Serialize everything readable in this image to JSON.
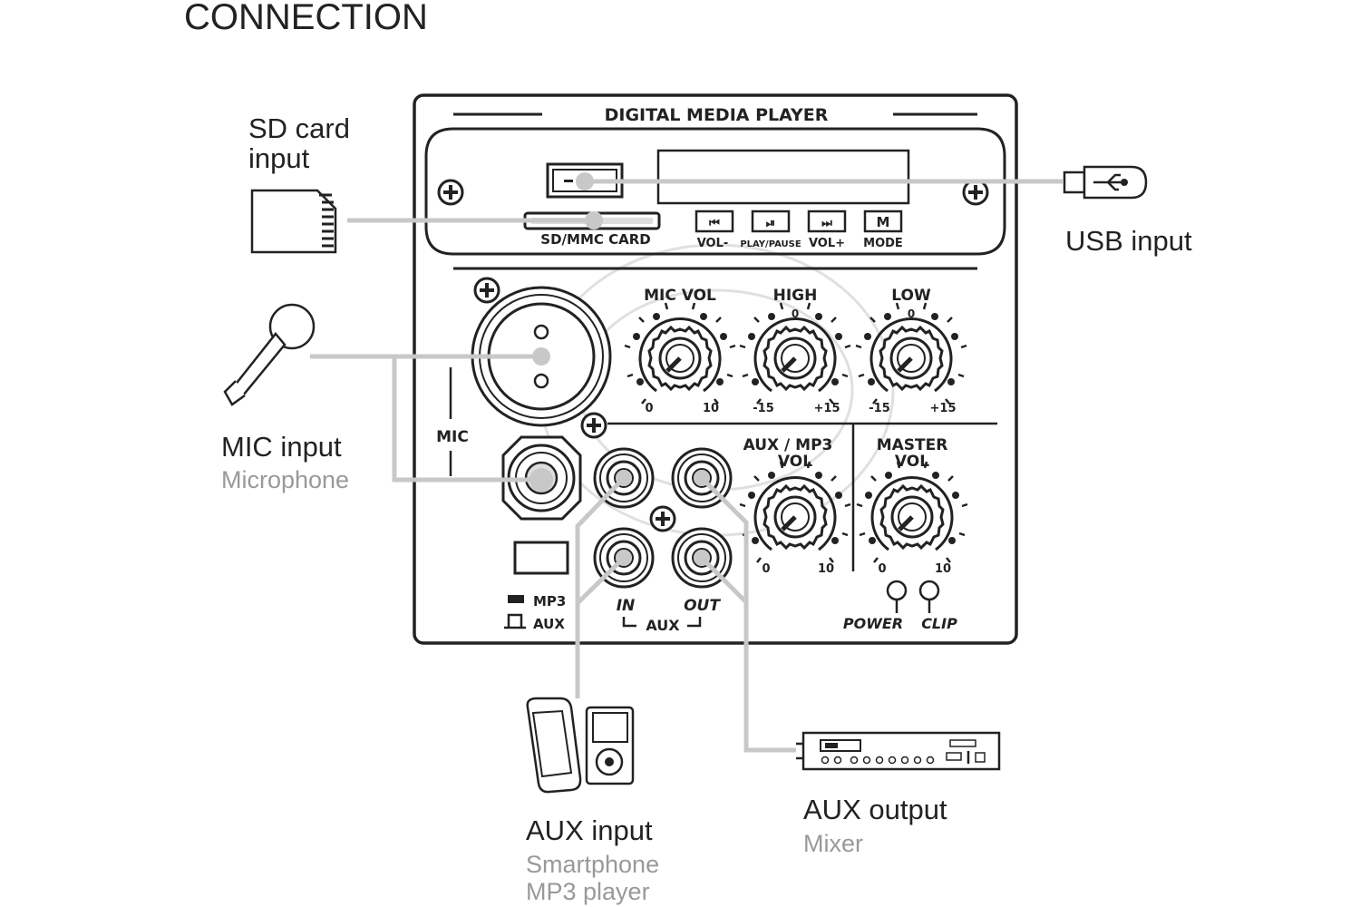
{
  "title": "CONNECTION",
  "panel": {
    "header": "DIGITAL MEDIA PLAYER",
    "card_slot": "SD/MMC CARD",
    "buttons": [
      {
        "glyph": "⏮",
        "label": "VOL-"
      },
      {
        "glyph": "⏯",
        "label": "PLAY/PAUSE"
      },
      {
        "glyph": "⏭",
        "label": "VOL+"
      },
      {
        "glyph": "M",
        "label": "MODE"
      }
    ],
    "knobs": {
      "mic_vol": {
        "label": "MIC VOL",
        "min": "0",
        "max": "10",
        "mid": ""
      },
      "high": {
        "label": "HIGH",
        "min": "-15",
        "max": "+15",
        "mid": "0"
      },
      "low": {
        "label": "LOW",
        "min": "-15",
        "max": "+15",
        "mid": "0"
      },
      "aux_mp3": {
        "label1": "AUX / MP3",
        "label2": "VOL",
        "min": "0",
        "max": "10"
      },
      "master": {
        "label1": "MASTER",
        "label2": "VOL",
        "min": "0",
        "max": "10"
      }
    },
    "mic_label": "MIC",
    "switch_mp3": "MP3",
    "switch_aux": "AUX",
    "aux_in": "IN",
    "aux_out": "OUT",
    "aux_group": "AUX",
    "power": "POWER",
    "clip": "CLIP"
  },
  "callouts": {
    "sd_line1": "SD card",
    "sd_line2": "input",
    "usb": "USB input",
    "mic": "MIC input",
    "mic_sub": "Microphone",
    "aux_in": "AUX input",
    "aux_in_sub1": "Smartphone",
    "aux_in_sub2": "MP3 player",
    "aux_out": "AUX output",
    "aux_out_sub": "Mixer"
  }
}
